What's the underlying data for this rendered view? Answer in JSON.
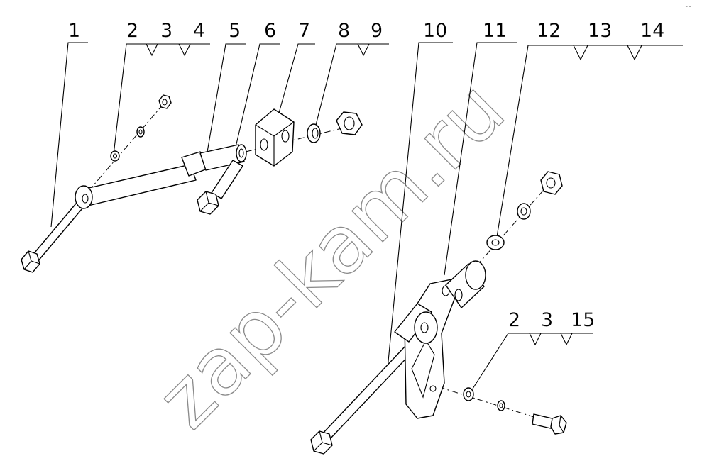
{
  "callouts": [
    "1",
    "2",
    "3",
    "4",
    "5",
    "6",
    "7",
    "8",
    "9",
    "10",
    "11",
    "12",
    "13",
    "14"
  ],
  "callouts_lower": [
    "2",
    "3",
    "15"
  ],
  "watermark": "zap-kam.ru",
  "corner_mark": "~-"
}
